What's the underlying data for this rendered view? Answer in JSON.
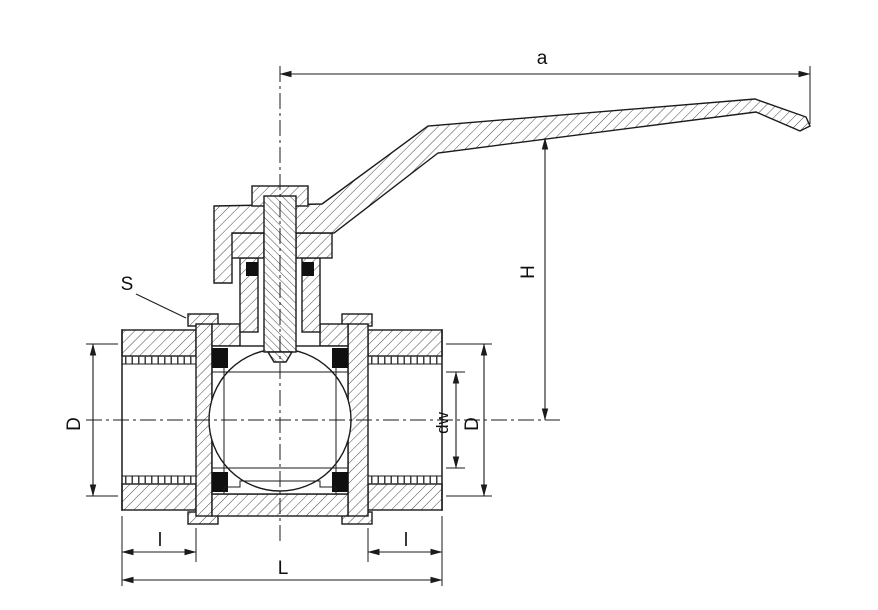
{
  "drawing": {
    "kind": "ball-valve-section-with-lever-handle"
  },
  "colors": {
    "background": "#ffffff",
    "line": "#1b1b1b",
    "seal": "#101010"
  },
  "dimensions": {
    "a": "a",
    "H": "H",
    "S": "S",
    "D_left": "D",
    "dw": "dw",
    "D_right": "D",
    "l_left": "l",
    "l_right": "l",
    "L": "L"
  }
}
